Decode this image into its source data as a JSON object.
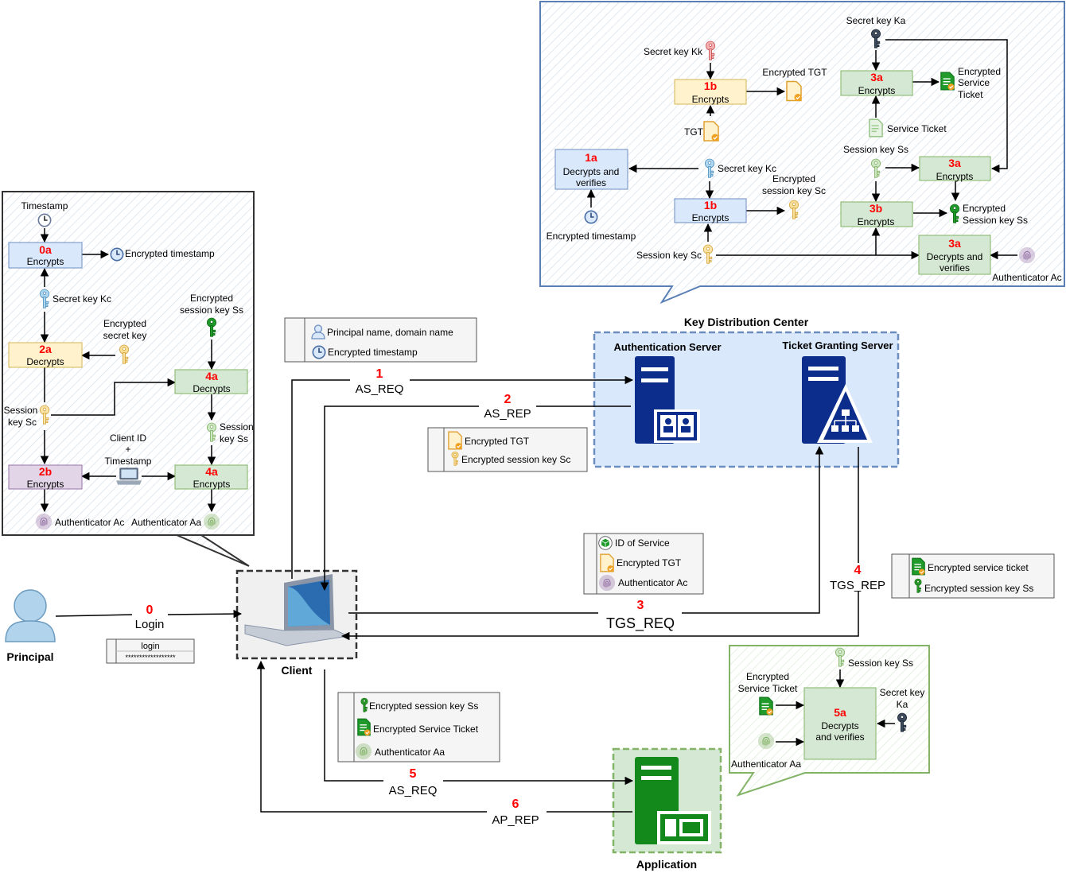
{
  "principal": {
    "label": "Principal"
  },
  "client": {
    "label": "Client"
  },
  "application": {
    "label": "Application"
  },
  "kdc": {
    "title": "Key Distribution Center",
    "as": "Authentication Server",
    "tgs": "Ticket Granting Server"
  },
  "login_box": {
    "user": "login",
    "password": "******************"
  },
  "steps": {
    "s0": {
      "num": "0",
      "label": "Login"
    },
    "s1": {
      "num": "1",
      "label": "AS_REQ"
    },
    "s2": {
      "num": "2",
      "label": "AS_REP"
    },
    "s3": {
      "num": "3",
      "label": "TGS_REQ"
    },
    "s4": {
      "num": "4",
      "label": "TGS_REP"
    },
    "s5": {
      "num": "5",
      "label": "AS_REQ"
    },
    "s6": {
      "num": "6",
      "label": "AP_REP"
    }
  },
  "legends": {
    "as_req": [
      "Principal name, domain name",
      "Encrypted timestamp"
    ],
    "as_rep": [
      "Encrypted TGT",
      "Encrypted session key Sc"
    ],
    "tgs_req": [
      "ID of Service",
      "Encrypted TGT",
      "Authenticator Ac"
    ],
    "tgs_rep": [
      "Encrypted service ticket",
      "Encrypted session key Ss"
    ],
    "ap_req": [
      "Encrypted session key Ss",
      "Encrypted Service Ticket",
      "Authenticator Aa"
    ]
  },
  "client_panel": {
    "timestamp": "Timestamp",
    "box_0a": {
      "num": "0a",
      "label": "Encrypts"
    },
    "enc_timestamp": "Encrypted timestamp",
    "secret_key_kc": "Secret key Kc",
    "enc_secret_key": [
      "Encrypted",
      "secret key"
    ],
    "box_2a": {
      "num": "2a",
      "label": "Decrypts"
    },
    "session_key_sc": [
      "Session",
      "key Sc"
    ],
    "enc_session_ss": [
      "Encrypted",
      "session key Ss"
    ],
    "box_4a_top": {
      "num": "4a",
      "label": "Decrypts"
    },
    "session_key_ss": [
      "Session",
      "key Ss"
    ],
    "client_id": [
      "Client ID",
      "+",
      "Timestamp"
    ],
    "box_2b": {
      "num": "2b",
      "label": "Encrypts"
    },
    "box_4a_bottom": {
      "num": "4a",
      "label": "Encrypts"
    },
    "auth_ac": "Authenticator Ac",
    "auth_aa": "Authenticator Aa"
  },
  "kdc_panel": {
    "secret_key_kk": "Secret key Kk",
    "box_1b_top": {
      "num": "1b",
      "label": "Encrypts"
    },
    "enc_tgt": "Encrypted TGT",
    "tgt": "TGT",
    "box_1a": {
      "num": "1a",
      "label": [
        "Decrypts and",
        "verifies"
      ]
    },
    "secret_key_kc": "Secret key Kc",
    "enc_session_sc": [
      "Encrypted",
      "session key Sc"
    ],
    "box_1b_bottom": {
      "num": "1b",
      "label": "Encrypts"
    },
    "enc_timestamp": "Encrypted timestamp",
    "session_key_sc": "Session key Sc",
    "secret_key_ka": "Secret key Ka",
    "box_3a_top": {
      "num": "3a",
      "label": "Encrypts"
    },
    "enc_service_ticket": [
      "Encrypted",
      "Service",
      "Ticket"
    ],
    "service_ticket": "Service Ticket",
    "session_key_ss": "Session key Ss",
    "box_3a_mid": {
      "num": "3a",
      "label": "Encrypts"
    },
    "box_3b": {
      "num": "3b",
      "label": "Encrypts"
    },
    "enc_session_ss": [
      "Encrypted",
      "Session key Ss"
    ],
    "box_3a_bottom": {
      "num": "3a",
      "label": [
        "Decrypts and",
        "verifies"
      ]
    },
    "auth_ac": "Authenticator Ac"
  },
  "app_panel": {
    "session_key_ss": "Session key Ss",
    "enc_service_ticket": [
      "Encrypted",
      "Service Ticket"
    ],
    "secret_key_ka": [
      "Secret key",
      "Ka"
    ],
    "box_5a": {
      "num": "5a",
      "label": [
        "Decrypts",
        "and verifies"
      ]
    },
    "auth_aa": "Authenticator Aa"
  },
  "colors": {
    "step_red": "#ff0000",
    "blue_fill": "#dae8fc",
    "blue_stroke": "#6c8ebf",
    "yellow_fill": "#fff2cc",
    "yellow_stroke": "#d6b656",
    "green_fill": "#d5e8d4",
    "green_stroke": "#82b366",
    "purple_fill": "#e1d5e7",
    "purple_stroke": "#9673a6",
    "server_blue": "#0c2d8c",
    "server_green": "#13891b"
  },
  "icons": [
    "user-icon",
    "laptop-icon",
    "server-icon",
    "key-icon",
    "clock-icon",
    "document-icon",
    "fingerprint-icon",
    "cube-icon"
  ]
}
